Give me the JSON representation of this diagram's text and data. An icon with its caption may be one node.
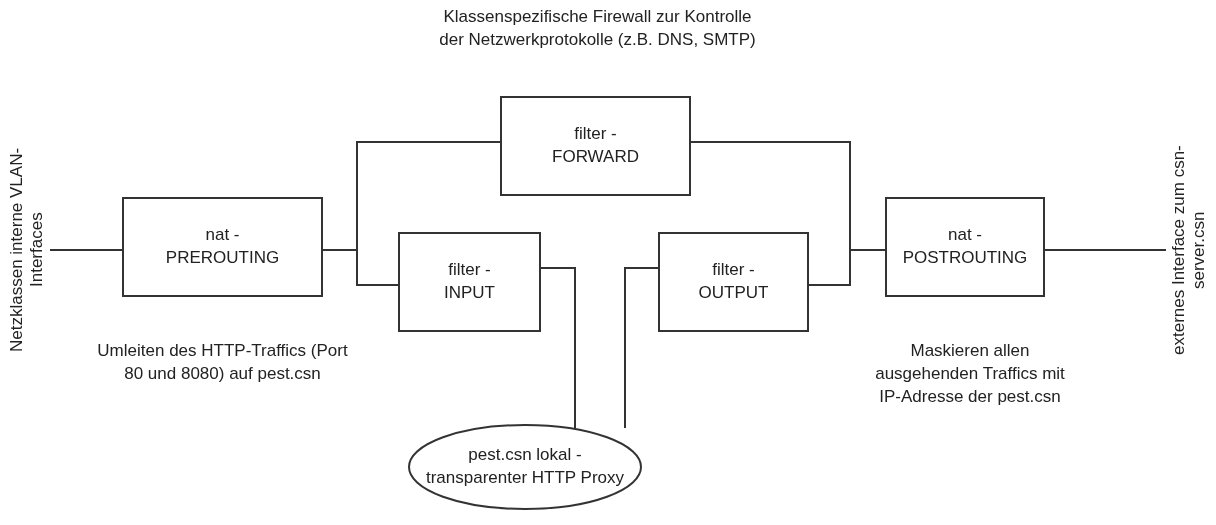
{
  "diagram": {
    "nodes": [
      {
        "text": [
          "Netzklassen interne VLAN- Interfaces"
        ]
      },
      {
        "text": [
          "nat - PREROUTING"
        ],
        "beside": [
          "Umleiten des HTTP-Traffics (Port 80 und 8080) auf pest.csn"
        ]
      },
      {
        "text": [
          "filter - FORWARD"
        ],
        "beside": [
          "Klassenspezifische Firewall zur Kontrolle der Netzwerkprotokolle (z.B. DNS, SMTP)"
        ]
      },
      {
        "text": [
          "filter - INPUT"
        ]
      },
      {
        "text": [
          "pest.csn lokal - transparenter HTTP Proxy"
        ]
      },
      {
        "text": [
          "filter - OUTPUT"
        ]
      },
      {
        "text": [
          "nat - POSTROUTING"
        ],
        "beside": [
          "Maskieren allen ausgehenden Traffics mit IP-Adresse der pest.csn"
        ]
      },
      {
        "text": [
          "externes Interface zum csn-server.csn"
        ]
      }
    ],
    "edges": [
      {
        "from": 0,
        "to": 1,
        "arrow": "none"
      },
      {
        "from": 1,
        "to": 2,
        "arrow": "none"
      },
      {
        "from": 1,
        "to": 3,
        "arrow": "none"
      },
      {
        "from": 3,
        "to": 4,
        "arrow": "none"
      },
      {
        "from": 4,
        "to": 5,
        "arrow": "none"
      },
      {
        "from": 2,
        "to": 6,
        "arrow": "none"
      },
      {
        "from": 5,
        "to": 6,
        "arrow": "none"
      },
      {
        "from": 6,
        "to": 7,
        "arrow": "none"
      }
    ]
  }
}
